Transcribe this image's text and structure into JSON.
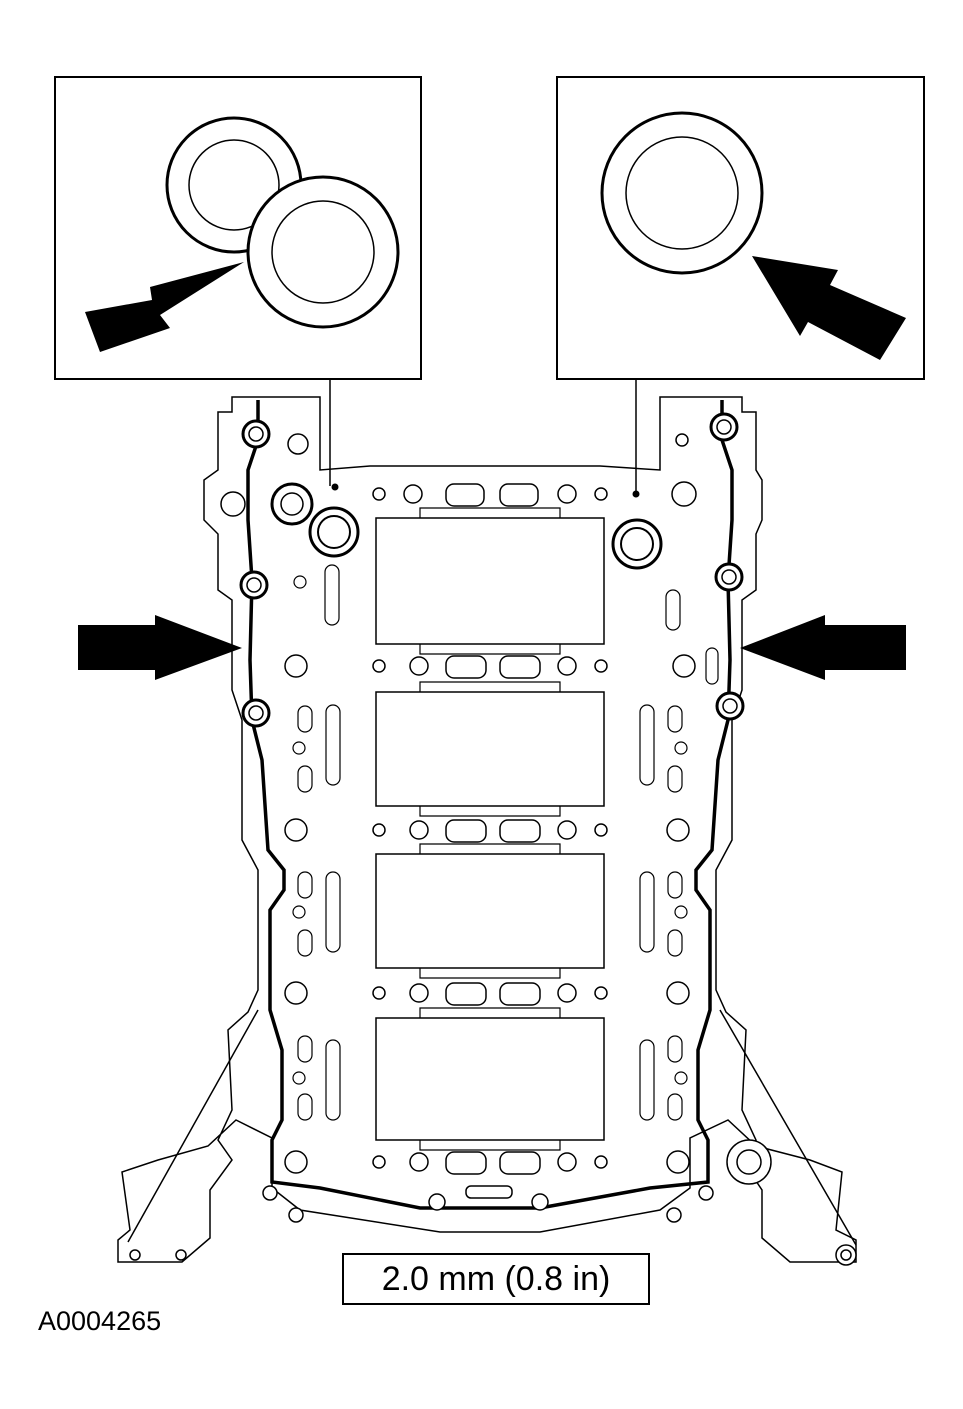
{
  "diagram": {
    "type": "technical-illustration",
    "subject": "engine lower block gasket / sealant bead application",
    "callouts": [
      "left-detail-double-circle",
      "right-detail-single-circle"
    ],
    "arrows": [
      "left-side-arrow",
      "right-side-arrow",
      "left-detail-arrow",
      "right-detail-arrow"
    ],
    "line_color": "#000000",
    "background_color": "#ffffff"
  },
  "measurement_label": "2.0 mm (0.8 in)",
  "figure_id": "A0004265"
}
